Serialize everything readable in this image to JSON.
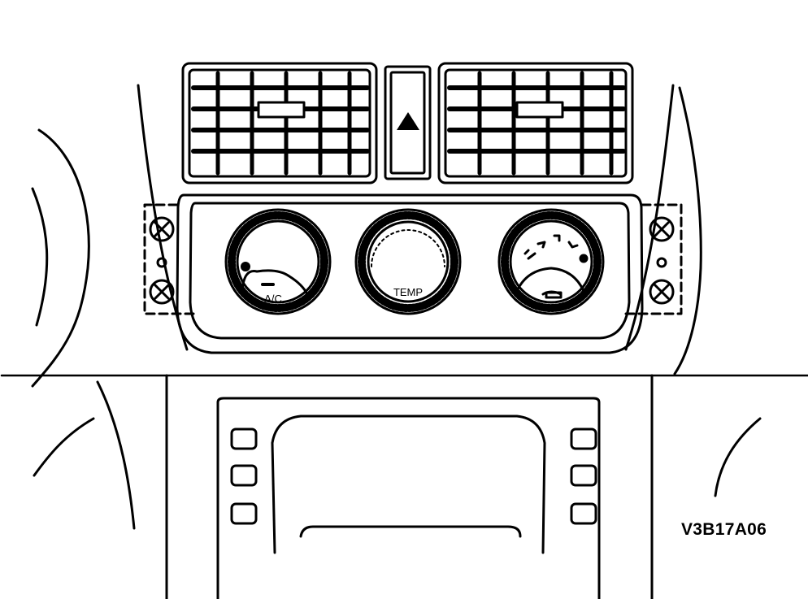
{
  "labels": {
    "ac_knob": "A/C",
    "temp_knob": "TEMP",
    "figure_code": "V3B17A06"
  },
  "icons": {
    "hazard": "triangle-warning-icon",
    "fan_symbol": "fan-icon",
    "vent_mode_symbols": "airflow-mode-icons"
  },
  "colors": {
    "line": "#000000",
    "background": "#ffffff"
  }
}
